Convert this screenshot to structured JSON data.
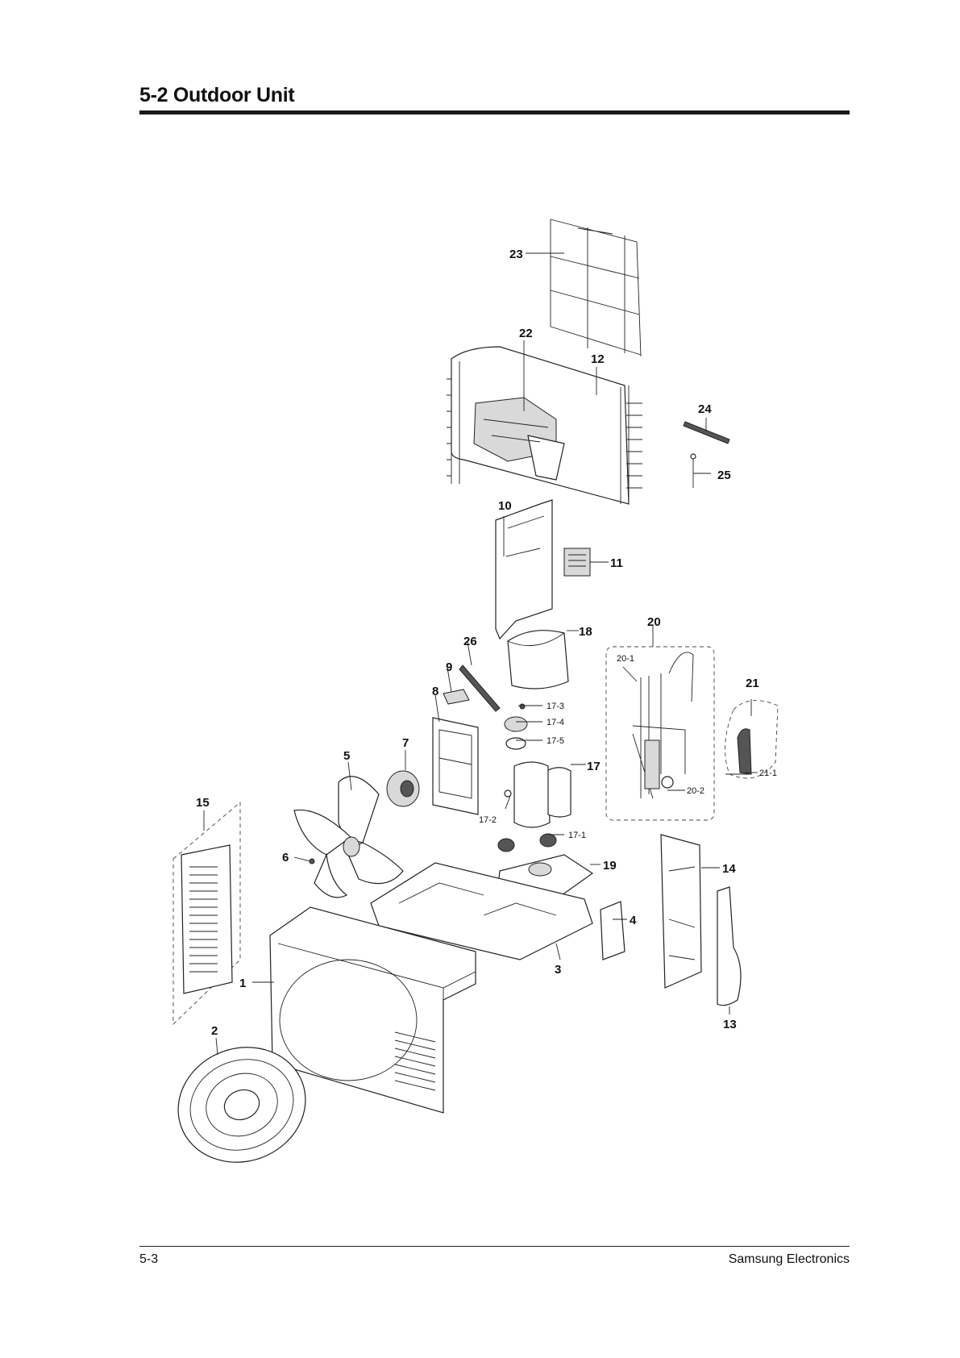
{
  "header": {
    "title": "5-2 Outdoor Unit"
  },
  "footer": {
    "page": "5-3",
    "company": "Samsung Electronics"
  },
  "callouts": {
    "c1": "1",
    "c2": "2",
    "c3": "3",
    "c4": "4",
    "c5": "5",
    "c6": "6",
    "c7": "7",
    "c8": "8",
    "c9": "9",
    "c10": "10",
    "c11": "11",
    "c12": "12",
    "c13": "13",
    "c14": "14",
    "c15": "15",
    "c17": "17",
    "c17_1": "17-1",
    "c17_2": "17-2",
    "c17_3": "17-3",
    "c17_4": "17-4",
    "c17_5": "17-5",
    "c18": "18",
    "c19": "19",
    "c20": "20",
    "c20_1": "20-1",
    "c20_2": "20-2",
    "c21": "21",
    "c21_1": "21-1",
    "c22": "22",
    "c23": "23",
    "c24": "24",
    "c25": "25",
    "c26": "26"
  }
}
